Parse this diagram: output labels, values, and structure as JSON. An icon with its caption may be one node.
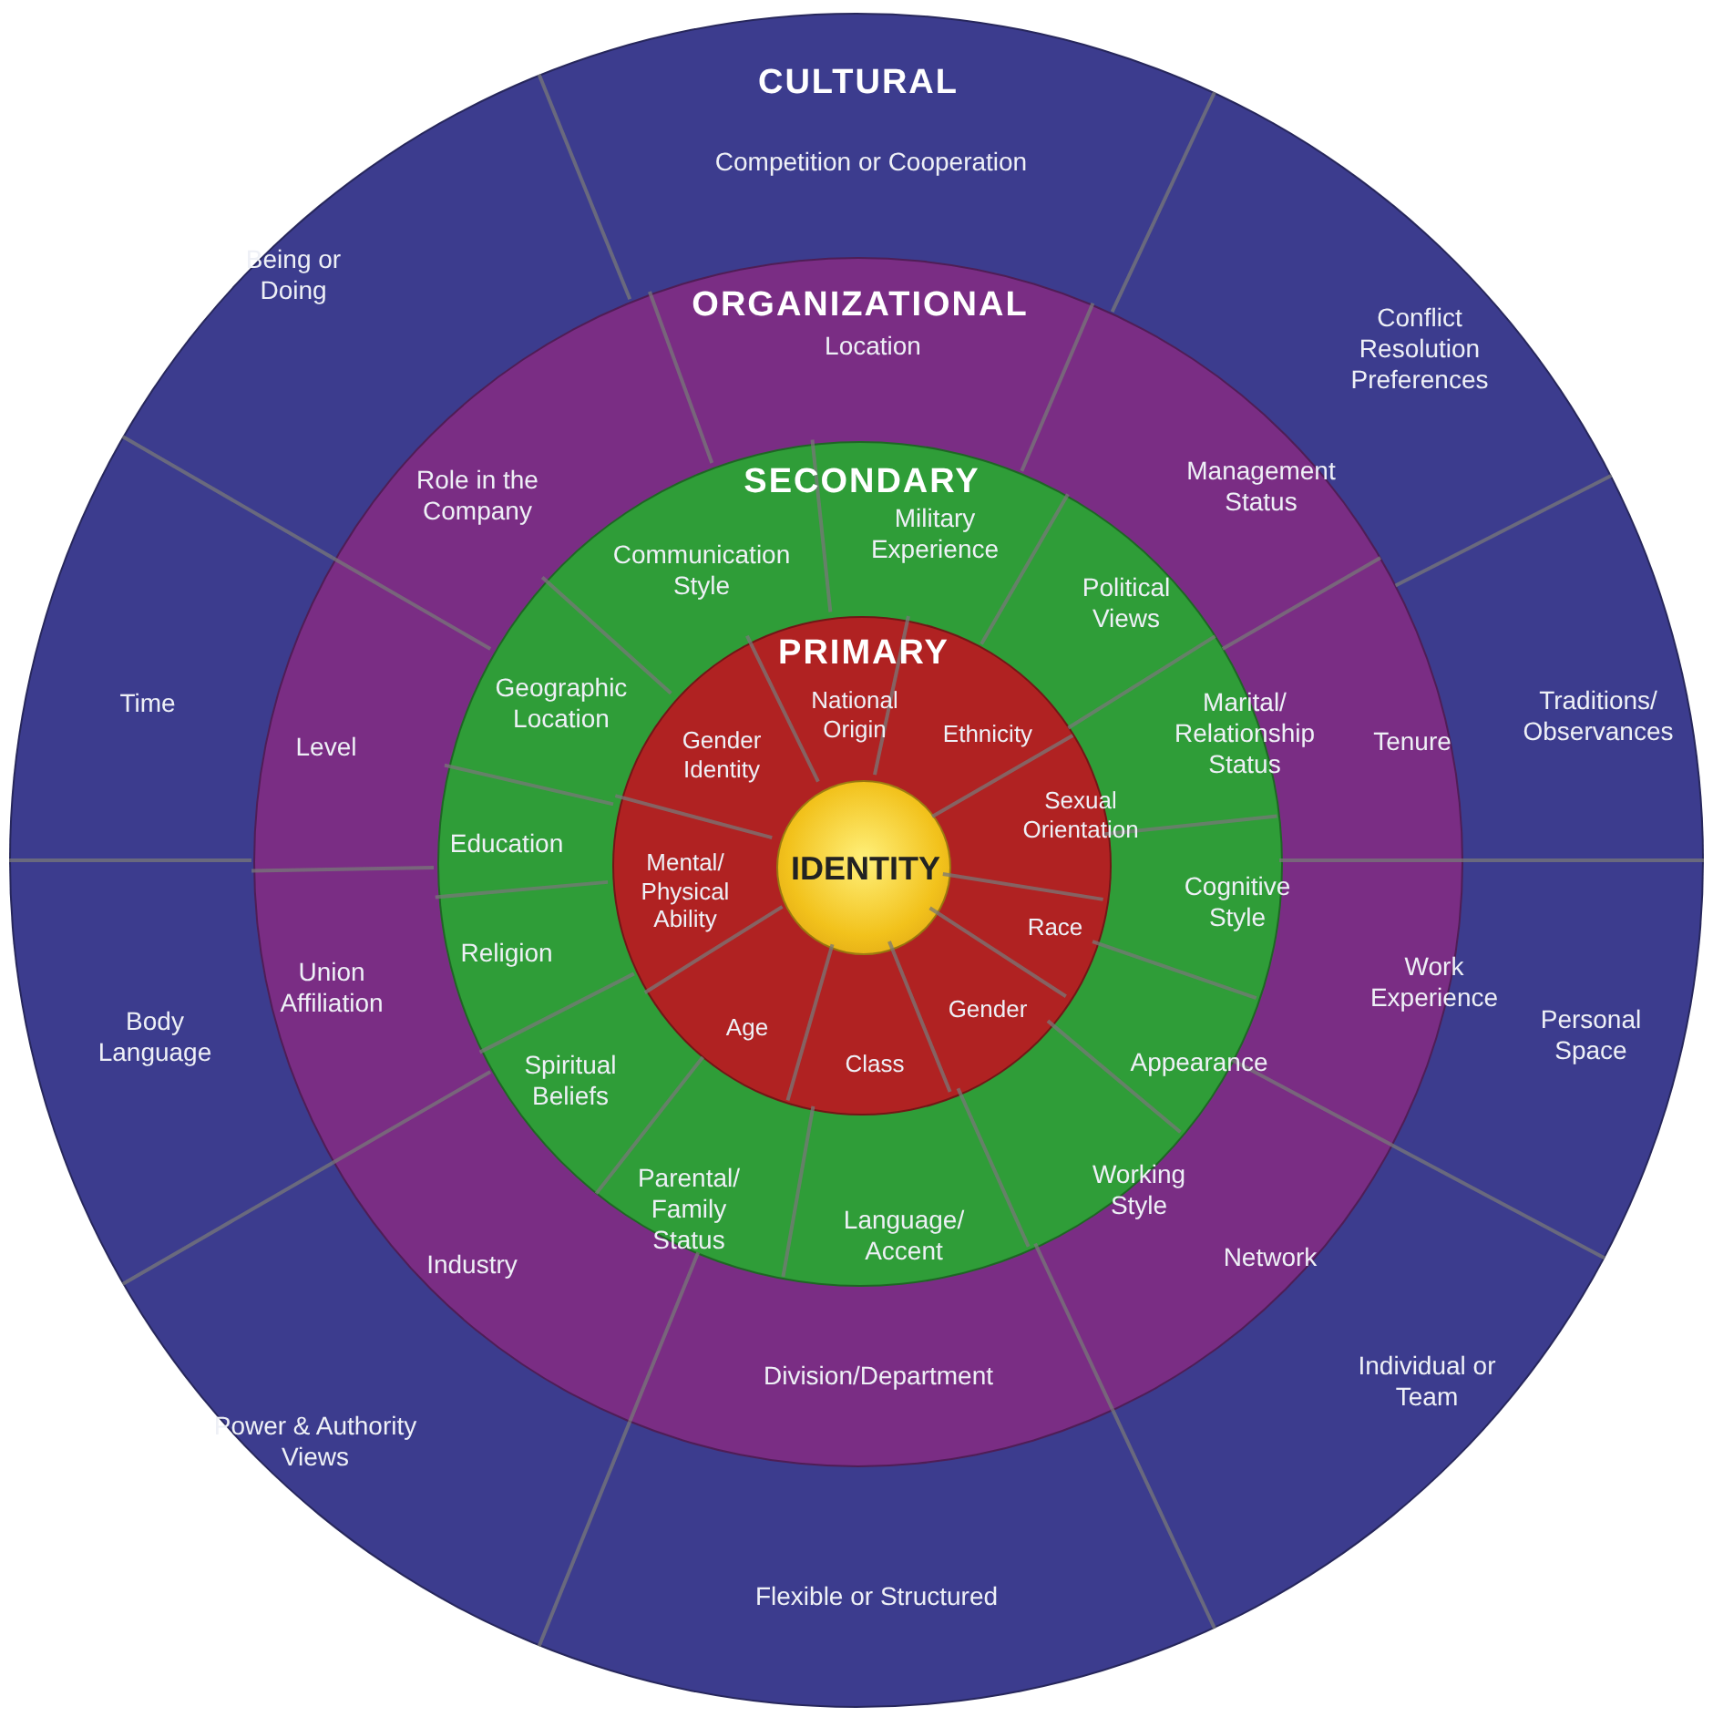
{
  "diagram": {
    "nodes": [
      {
        "text": [
          "CULTURAL"
        ]
      },
      {
        "text": [
          "ORGANIZATIONAL"
        ],
        "in": 0
      },
      {
        "text": [
          "SECONDARY"
        ],
        "in": 1
      },
      {
        "text": [
          "PRIMARY"
        ],
        "in": 2
      },
      {
        "text": [
          "IDENTITY"
        ],
        "in": 3
      },
      {
        "text": [
          "Competition or Cooperation"
        ],
        "in": 0
      },
      {
        "text": [
          "Conflict Resolution Preferences"
        ],
        "in": 0
      },
      {
        "text": [
          "Traditions/ Observances"
        ],
        "in": 0
      },
      {
        "text": [
          "Personal Space"
        ],
        "in": 0
      },
      {
        "text": [
          "Individual or Team"
        ],
        "in": 0
      },
      {
        "text": [
          "Flexible or Structured"
        ],
        "in": 0
      },
      {
        "text": [
          "Power & Authority Views"
        ],
        "in": 0
      },
      {
        "text": [
          "Body Language"
        ],
        "in": 0
      },
      {
        "text": [
          "Time"
        ],
        "in": 0
      },
      {
        "text": [
          "Being or Doing"
        ],
        "in": 0
      },
      {
        "text": [
          "Location"
        ],
        "in": 1
      },
      {
        "text": [
          "Management Status"
        ],
        "in": 1
      },
      {
        "text": [
          "Tenure"
        ],
        "in": 1
      },
      {
        "text": [
          "Work Experience"
        ],
        "in": 1
      },
      {
        "text": [
          "Network"
        ],
        "in": 1
      },
      {
        "text": [
          "Division/Department"
        ],
        "in": 1
      },
      {
        "text": [
          "Industry"
        ],
        "in": 1
      },
      {
        "text": [
          "Union Affiliation"
        ],
        "in": 1
      },
      {
        "text": [
          "Level"
        ],
        "in": 1
      },
      {
        "text": [
          "Role in the Company"
        ],
        "in": 1
      },
      {
        "text": [
          "Military Experience"
        ],
        "in": 2
      },
      {
        "text": [
          "Political Views"
        ],
        "in": 2
      },
      {
        "text": [
          "Marital/ Relationship Status"
        ],
        "in": 2
      },
      {
        "text": [
          "Cognitive Style"
        ],
        "in": 2
      },
      {
        "text": [
          "Appearance"
        ],
        "in": 2
      },
      {
        "text": [
          "Working Style"
        ],
        "in": 2
      },
      {
        "text": [
          "Language/ Accent"
        ],
        "in": 2
      },
      {
        "text": [
          "Parental/ Family Status"
        ],
        "in": 2
      },
      {
        "text": [
          "Spiritual Beliefs"
        ],
        "in": 2
      },
      {
        "text": [
          "Religion"
        ],
        "in": 2
      },
      {
        "text": [
          "Education"
        ],
        "in": 2
      },
      {
        "text": [
          "Geographic Location"
        ],
        "in": 2
      },
      {
        "text": [
          "Communication Style"
        ],
        "in": 2
      },
      {
        "text": [
          "National Origin"
        ],
        "in": 3
      },
      {
        "text": [
          "Ethnicity"
        ],
        "in": 3
      },
      {
        "text": [
          "Sexual Orientation"
        ],
        "in": 3
      },
      {
        "text": [
          "Race"
        ],
        "in": 3
      },
      {
        "text": [
          "Gender"
        ],
        "in": 3
      },
      {
        "text": [
          "Class"
        ],
        "in": 3
      },
      {
        "text": [
          "Age"
        ],
        "in": 3
      },
      {
        "text": [
          "Mental/ Physical Ability"
        ],
        "in": 3
      },
      {
        "text": [
          "Gender Identity"
        ],
        "in": 3
      }
    ]
  }
}
